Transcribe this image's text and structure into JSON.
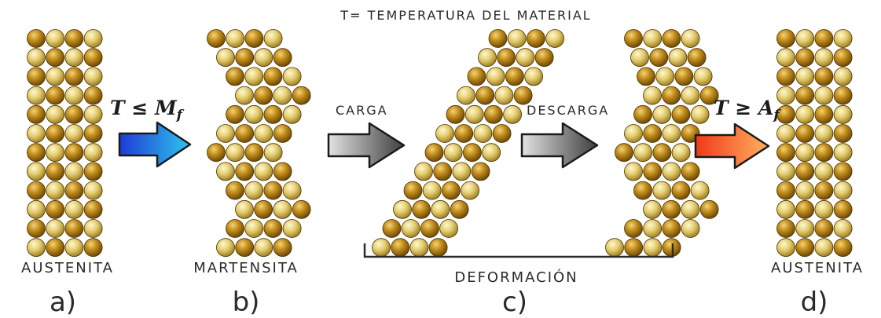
{
  "header": {
    "title": "T= TEMPERATURA DEL MATERIAL"
  },
  "panels": [
    {
      "caption": "AUSTENITA",
      "letter": "a)"
    },
    {
      "caption": "MARTENSITA",
      "letter": "b)"
    },
    {
      "caption": "DEFORMACIÓN",
      "letter": "c)"
    },
    {
      "caption": "AUSTENITA",
      "letter": "d)"
    }
  ],
  "arrows": [
    {
      "label_main": "T ≤ M",
      "label_sub": "f",
      "color": "blue-cyan"
    },
    {
      "label": "CARGA",
      "color": "grey"
    },
    {
      "label": "DESCARGA",
      "color": "grey"
    },
    {
      "label_main": "T ≥ A",
      "label_sub": "f",
      "color": "red-orange"
    }
  ],
  "colors": {
    "atom_dark": "#a87710",
    "atom_light": "#e6d27a",
    "arrow_blue_start": "#1f3bd6",
    "arrow_blue_end": "#2fc4ee",
    "arrow_grey_start": "#d6d6d6",
    "arrow_grey_end": "#4a4a4a",
    "arrow_red_start": "#f03a1a",
    "arrow_red_end": "#ffb060"
  }
}
